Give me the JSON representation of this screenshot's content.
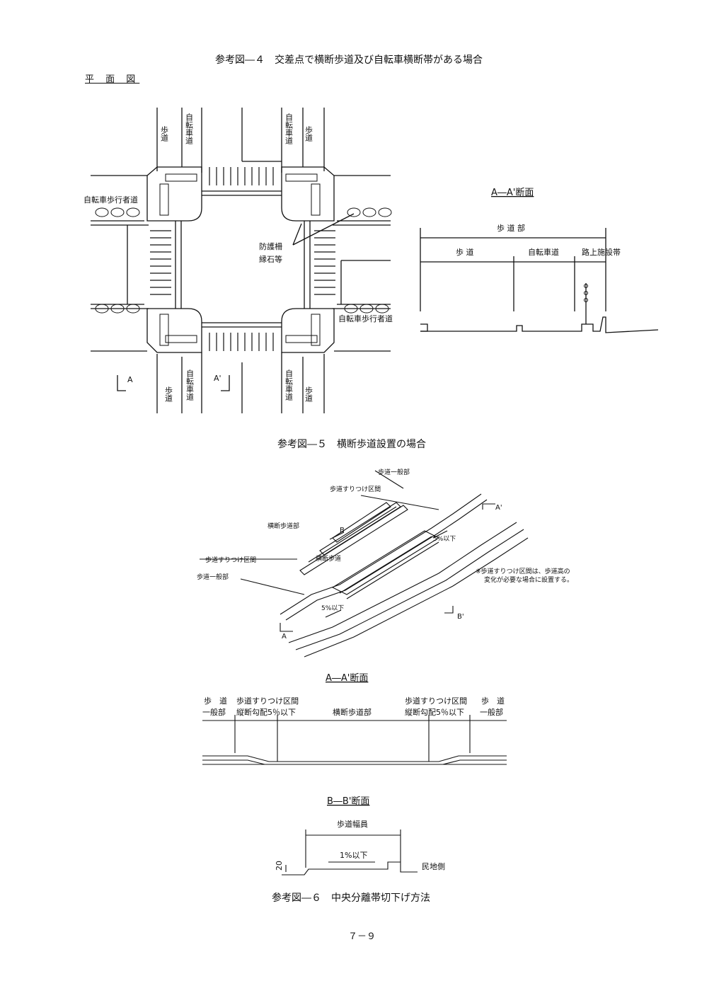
{
  "figure4": {
    "title": "参考図―４　交差点で横断歩道及び自転車横断帯がある場合",
    "plan_label": "平 面 図",
    "labels": {
      "sidewalk": "歩道",
      "bike_lane": "自転車道",
      "bike_ped_road": "自転車歩行者道",
      "guard": "防護柵",
      "curb": "縁石等",
      "mark_a": "A",
      "mark_a2": "A'"
    },
    "section": {
      "title": "A―A'断面",
      "sidewalk_part": "歩 道 部",
      "sidewalk": "歩 道",
      "bike_lane": "自転車道",
      "facility": "路上施設帯"
    }
  },
  "figure5": {
    "title": "参考図―５　横断歩道設置の場合",
    "labels": {
      "general_top": "歩道一般部",
      "transition_top": "歩道すりつけ区間",
      "crossing_part": "横断歩道部",
      "crossing": "横断歩道",
      "transition_left": "歩道すりつけ区間",
      "general_left": "歩道一般部",
      "b": "B",
      "b2": "B'",
      "a": "A",
      "a2": "A'",
      "slope_top": "5%以下",
      "slope_bottom": "5%以下",
      "note_line1": "※歩道すりつけ区間は、歩道高の",
      "note_line2": "変化が必要な場合に設置する。"
    },
    "section_aa": {
      "title": "A―A'断面",
      "l1": "歩　道",
      "l2": "一般部",
      "l3": "歩道すりつけ区間",
      "l4": "縦断勾配5％以下",
      "center": "横断歩道部",
      "r1": "歩道すりつけ区間",
      "r2": "縦断勾配5％以下",
      "r3": "歩　道",
      "r4": "一般部"
    },
    "section_bb": {
      "title": "B―B'断面",
      "width": "歩道幅員",
      "slope": "1%以下",
      "height": "20",
      "side": "民地側"
    }
  },
  "figure6": {
    "title": "参考図―６　中央分離帯切下げ方法"
  },
  "page_number": "７－９"
}
